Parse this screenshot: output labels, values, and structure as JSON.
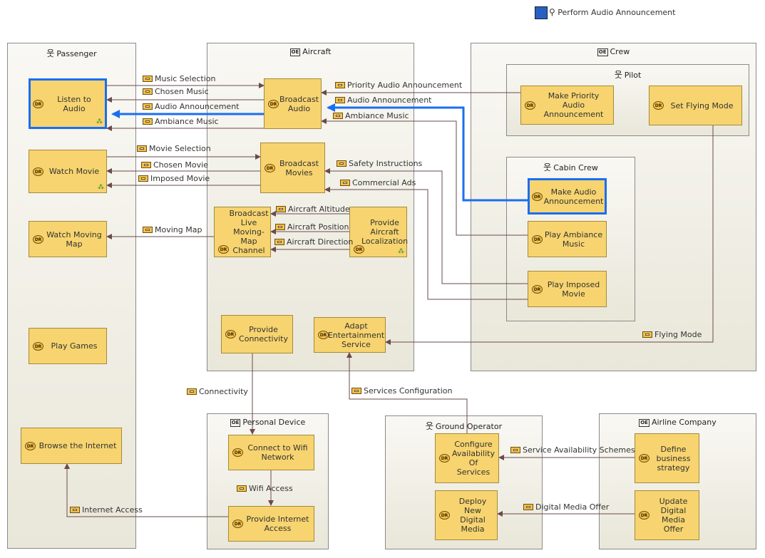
{
  "header": {
    "title": "Perform Audio Announcement"
  },
  "lanes": {
    "passenger": "Passenger",
    "aircraft": "Aircraft",
    "crew": "Crew",
    "pilot": "Pilot",
    "cabin_crew": "Cabin Crew",
    "personal_device": "Personal Device",
    "ground_operator": "Ground Operator",
    "airline_company": "Airline Company"
  },
  "functions": {
    "listen_to_audio": "Listen to Audio",
    "watch_movie": "Watch Movie",
    "watch_moving_map": "Watch Moving Map",
    "play_games": "Play Games",
    "browse_internet": "Browse the Internet",
    "broadcast_audio": "Broadcast Audio",
    "broadcast_movies": "Broadcast Movies",
    "broadcast_map": "Broadcast Live Moving-Map Channel",
    "provide_localization": "Provide Aircraft Localization",
    "provide_connectivity": "Provide Connectivity",
    "adapt_entertainment": "Adapt Entertainment Service",
    "make_priority_audio": "Make Priority Audio Announcement",
    "set_flying_mode": "Set Flying Mode",
    "make_audio_announcement": "Make Audio Announcement",
    "play_ambiance_music": "Play Ambiance Music",
    "play_imposed_movie": "Play Imposed Movie",
    "connect_wifi": "Connect to Wifi Network",
    "provide_internet": "Provide Internet Access",
    "configure_availability": "Configure Availability Of Services",
    "deploy_media": "Deploy New Digital Media",
    "define_strategy": "Define business strategy",
    "update_offer": "Update Digital Media Offer"
  },
  "exchanges": {
    "music_selection": "Music Selection",
    "chosen_music": "Chosen Music",
    "audio_announcement_1": "Audio Announcement",
    "ambiance_music_1": "Ambiance Music",
    "priority_audio": "Priority Audio Announcement",
    "audio_announcement_2": "Audio Announcement",
    "ambiance_music_2": "Ambiance Music",
    "movie_selection": "Movie Selection",
    "chosen_movie": "Chosen Movie",
    "imposed_movie": "Imposed Movie",
    "safety_instructions": "Safety Instructions",
    "commercial_ads": "Commercial Ads",
    "aircraft_altitude": "Aircraft Altitude",
    "aircraft_position": "Aircraft Position",
    "aircraft_direction": "Aircraft Direction",
    "moving_map": "Moving Map",
    "flying_mode": "Flying Mode",
    "connectivity": "Connectivity",
    "services_configuration": "Services Configuration",
    "wifi_access": "Wifi Access",
    "internet_access": "Internet Access",
    "service_availability": "Service Availability Schemes",
    "digital_media_offer": "Digital Media Offer"
  },
  "colors": {
    "function_fill": "#f7d46f",
    "highlight": "#1a6ef2",
    "wire": "#6b4a4a"
  }
}
